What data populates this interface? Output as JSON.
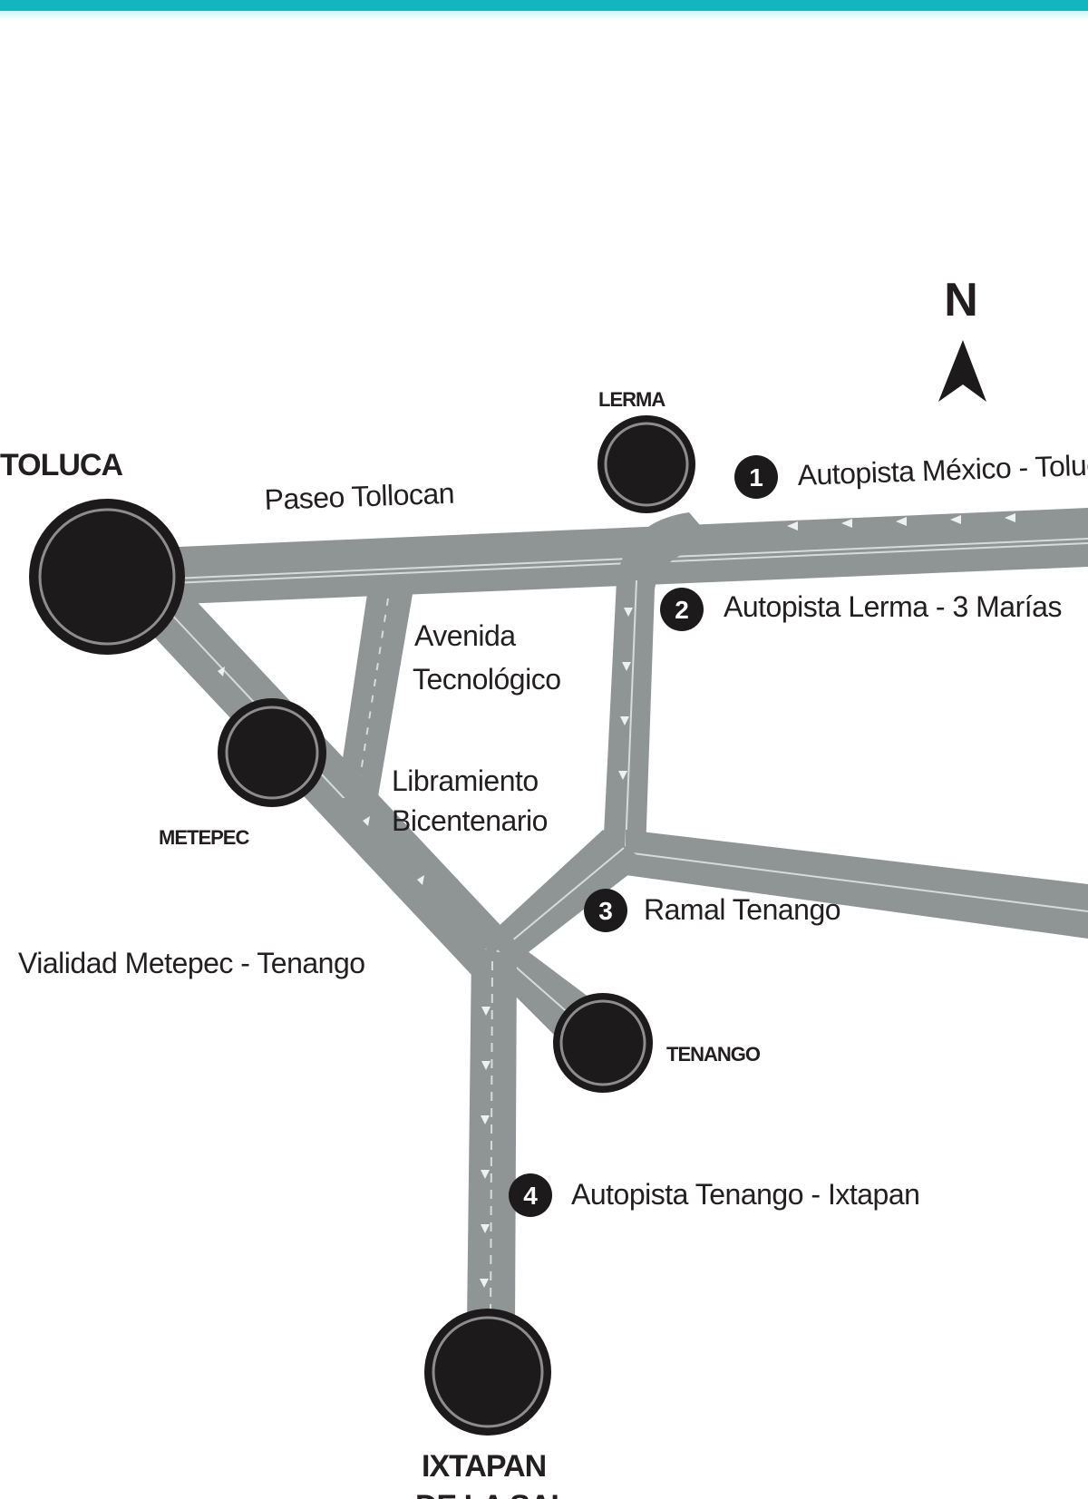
{
  "header": {
    "accent_color": "#13b5be"
  },
  "map": {
    "north": {
      "label": "N",
      "icon": "north-arrow-icon"
    },
    "cities": [
      {
        "name": "TOLUCA"
      },
      {
        "name": "LERMA"
      },
      {
        "name": "METEPEC"
      },
      {
        "name": "TENANGO"
      },
      {
        "name": "IXTAPAN"
      },
      {
        "name": "DE LA SAL"
      }
    ],
    "roads": [
      {
        "name": "Paseo Tollocan"
      },
      {
        "name": "Avenida"
      },
      {
        "name": "Tecnológico"
      },
      {
        "name": "Libramiento"
      },
      {
        "name": "Bicentenario"
      },
      {
        "name": "Vialidad Metepec - Tenango"
      }
    ],
    "routes": [
      {
        "number": "1",
        "name": "Autopista México - Toluca"
      },
      {
        "number": "2",
        "name": "Autopista Lerma - 3 Marías"
      },
      {
        "number": "3",
        "name": "Ramal Tenango"
      },
      {
        "number": "4",
        "name": "Autopista Tenango - Ixtapan"
      }
    ],
    "colors": {
      "road": "#8f9595",
      "node": "#1c1a1b",
      "text": "#231f20"
    }
  }
}
